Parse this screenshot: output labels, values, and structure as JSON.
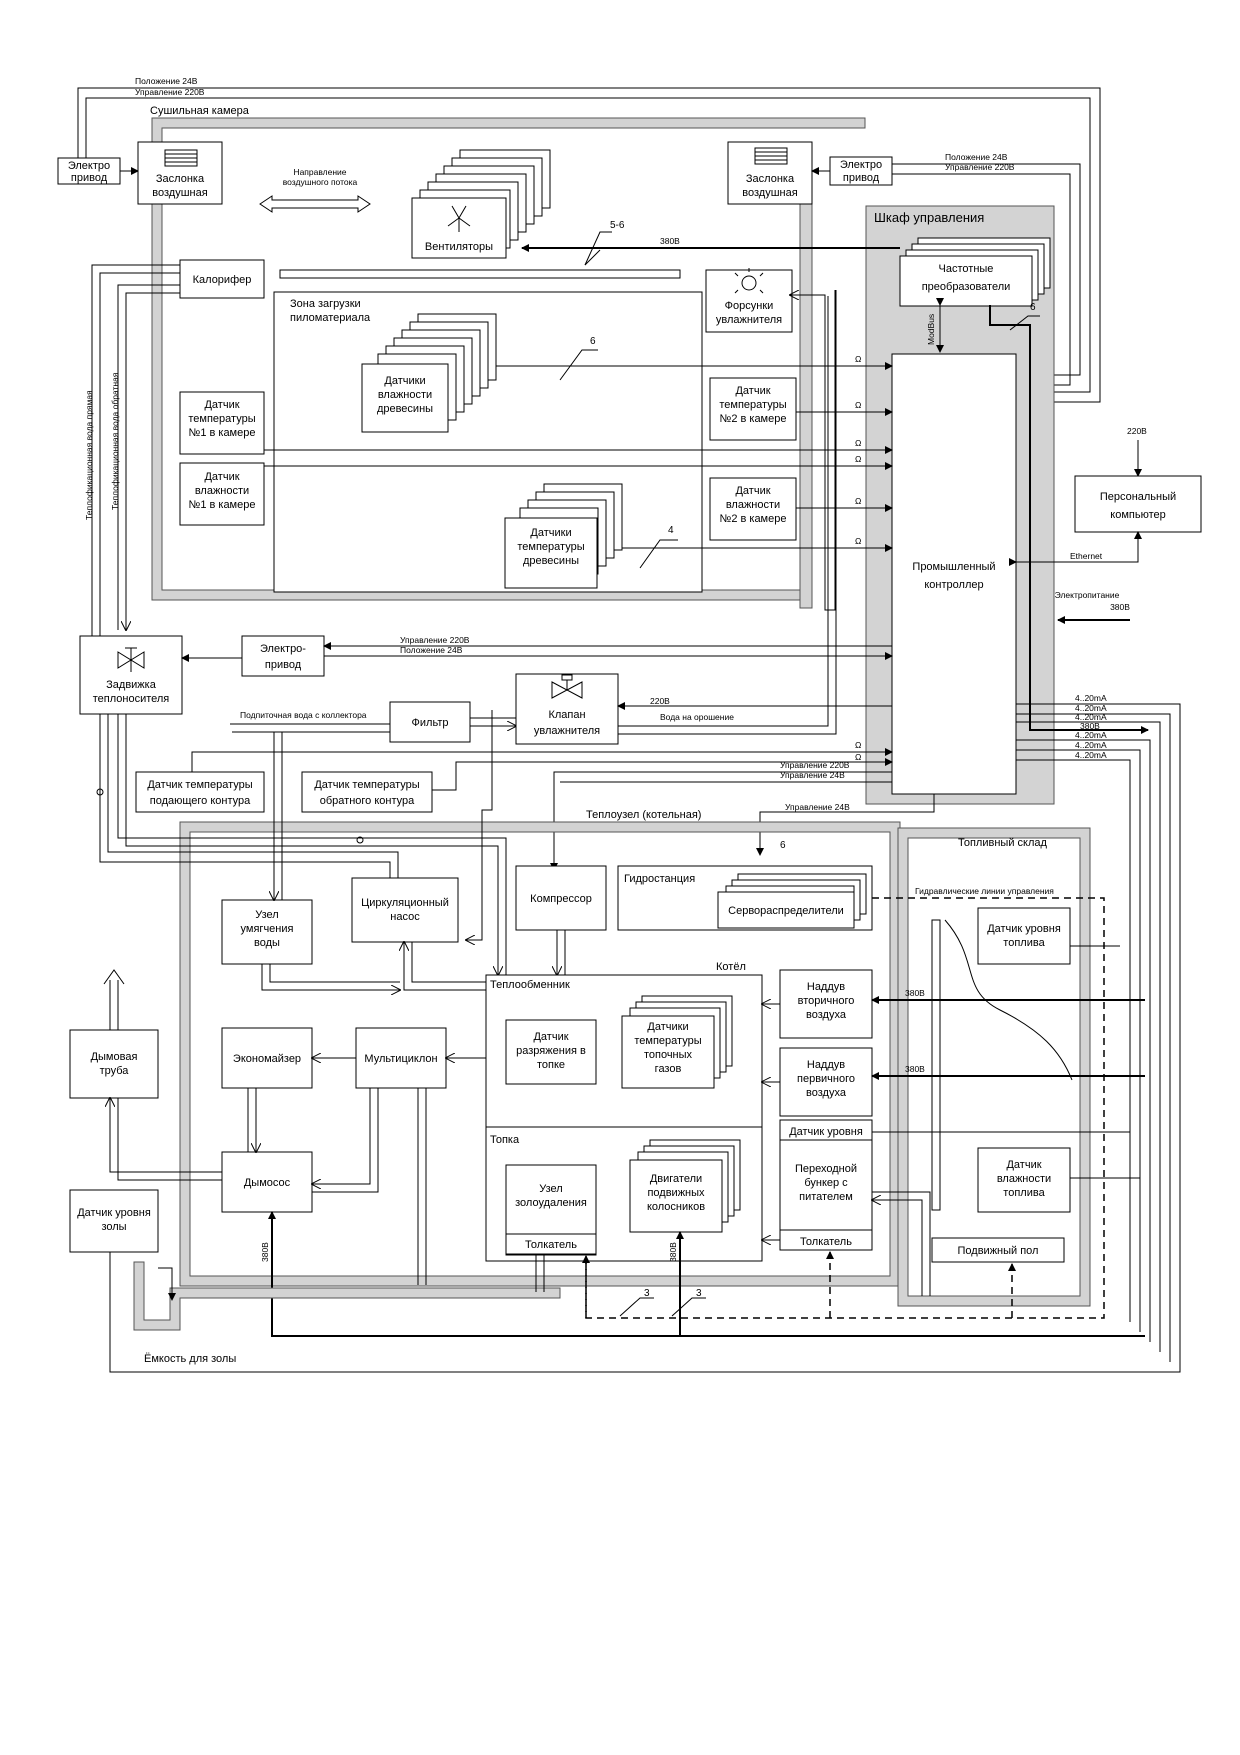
{
  "labels": {
    "drying_chamber": "Сушильная камера",
    "pos24_top": "Положение 24В",
    "ctrl220_top": "Управление 220В",
    "actuator_left": [
      "Электро",
      "привод"
    ],
    "damper_left": [
      "Заслонка",
      "воздушная"
    ],
    "air_direction": [
      "Направление",
      "воздушного потока"
    ],
    "fans": "Вентиляторы",
    "damper_right": [
      "Заслонка",
      "воздушная"
    ],
    "actuator_right": [
      "Электро",
      "привод"
    ],
    "pos24_right": "Положение 24В",
    "ctrl220_right": "Управление 220В",
    "cabinet": "Шкаф управления",
    "freq_conv": [
      "Частотные",
      "преобразователи"
    ],
    "modbus": "ModBus",
    "num_6a": "6",
    "num_56": "5-6",
    "v380_fans": "380В",
    "heater": "Калорифер",
    "humidifier_nozzles": [
      "Форсунки",
      "увлажнителя"
    ],
    "loading_zone": [
      "Зона загрузки",
      "пиломатериала"
    ],
    "wood_moisture": [
      "Датчики",
      "влажности",
      "древесины"
    ],
    "num_6b": "6",
    "temp2": [
      "Датчик",
      "температуры",
      "№2 в камере"
    ],
    "temp1": [
      "Датчик",
      "температуры",
      "№1 в камере"
    ],
    "hum1": [
      "Датчик",
      "влажности",
      "№1 в камере"
    ],
    "hum2": [
      "Датчик",
      "влажности",
      "№2 в камере"
    ],
    "wood_temp": [
      "Датчики",
      "температуры",
      "древесины"
    ],
    "num_4": "4",
    "controller": [
      "Промышленный",
      "контроллер"
    ],
    "v220_pc": "220В",
    "pc": [
      "Персональный",
      "компьютер"
    ],
    "ethernet": "Ethernet",
    "power": [
      "Электропитание",
      "380В"
    ],
    "heat_supply_direct": "Теплофикационная вода прямая",
    "heat_supply_return": "Теплофикационная вода обратная",
    "gate_valve": [
      "Задвижка",
      "теплоносителя"
    ],
    "actuator_mid": [
      "Электро-",
      "привод"
    ],
    "ctrl220_mid": "Управление 220В",
    "pos24_mid": "Положение 24В",
    "makeup_water": "Подпиточная вода с коллектора",
    "filter": "Фильтр",
    "hum_valve": [
      "Клапан",
      "увлажнителя"
    ],
    "v220_valve": "220В",
    "irrigation_water": "Вода на орошение",
    "ma": [
      "4..20mA",
      "4..20mA",
      "4..20mA",
      "380В",
      "4..20mA",
      "4..20mA",
      "4..20mA"
    ],
    "supply_temp": [
      "Датчик температуры",
      "подающего контура"
    ],
    "return_temp": [
      "Датчик температуры",
      "обратного контура"
    ],
    "ctrl220_low": "Управление 220В",
    "ctrl24_low": "Управление 24В",
    "ctrl24_hydro": "Управление 24В",
    "ohm": "Ω",
    "boiler_room": "Теплоузел (котельная)",
    "fuel_store": "Топливный склад",
    "num_6c": "6",
    "hydro_station": "Гидростанция",
    "servo": "Сервораспределители",
    "hydraulic_lines": "Гидравлические линии управления",
    "softening": [
      "Узел",
      "умягчения",
      "воды"
    ],
    "circ_pump": [
      "Циркуляционный",
      "насос"
    ],
    "compressor": "Компрессор",
    "fuel_level": [
      "Датчик уровня",
      "топлива"
    ],
    "boiler": "Котёл",
    "heat_exchanger": "Теплообменник",
    "secondary_air": [
      "Наддув",
      "вторичного",
      "воздуха"
    ],
    "v380_sec": "380В",
    "chimney": [
      "Дымовая",
      "труба"
    ],
    "economizer": "Экономайзер",
    "multicyclone": "Мультициклон",
    "vacuum_sensor": [
      "Датчик",
      "разряжения в",
      "топке"
    ],
    "flue_temp": [
      "Датчики",
      "температуры",
      "топочных",
      "газов"
    ],
    "primary_air": [
      "Наддув",
      "первичного",
      "воздуха"
    ],
    "v380_prim": "380В",
    "furnace": "Топка",
    "level_sensor": "Датчик уровня",
    "smoke_exhauster": "Дымосос",
    "ash_removal": [
      "Узел",
      "золоудаления"
    ],
    "grate_motors": [
      "Двигатели",
      "подвижных",
      "колосников"
    ],
    "transfer_bunker": [
      "Переходной",
      "бункер с",
      "питателем"
    ],
    "fuel_moisture": [
      "Датчик",
      "влажности",
      "топлива"
    ],
    "ash_level": [
      "Датчик уровня",
      "золы"
    ],
    "pusher1": "Толкатель",
    "pusher2": "Толкатель",
    "moving_floor": "Подвижный пол",
    "v380_exh": "380В",
    "v380_grate": "380В",
    "num_3a": "3",
    "num_3b": "3",
    "ash_container": "Ёмкость для золы"
  }
}
